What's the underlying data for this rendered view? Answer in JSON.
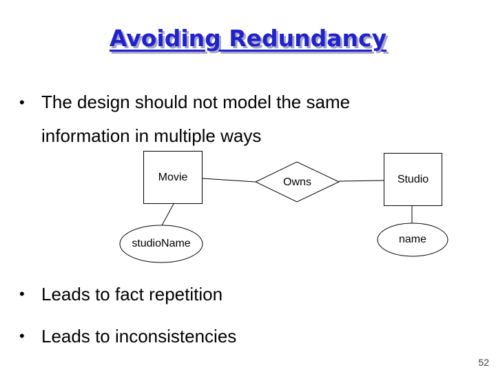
{
  "slide": {
    "title": "Avoiding Redundancy",
    "page_number": "52",
    "title_color": "#2222cc",
    "title_shadow_color": "#a6a6c6",
    "background_color": "#ffffff"
  },
  "bullets": {
    "bullet_char": "•",
    "top": {
      "lines": [
        "The design should not model the same",
        "information in multiple ways"
      ]
    },
    "bottom": [
      {
        "text": "Leads to fact repetition"
      },
      {
        "text": "Leads to inconsistencies"
      }
    ]
  },
  "diagram": {
    "type": "entity-relationship",
    "stroke_color": "#000000",
    "entities": [
      {
        "id": "movie",
        "label": "Movie"
      },
      {
        "id": "studio",
        "label": "Studio"
      }
    ],
    "relationship": {
      "id": "owns",
      "label": "Owns",
      "connects": [
        "Movie",
        "Studio"
      ]
    },
    "attributes": [
      {
        "id": "studioName",
        "label": "studioName",
        "owner": "Movie"
      },
      {
        "id": "name",
        "label": "name",
        "owner": "Studio"
      }
    ]
  }
}
